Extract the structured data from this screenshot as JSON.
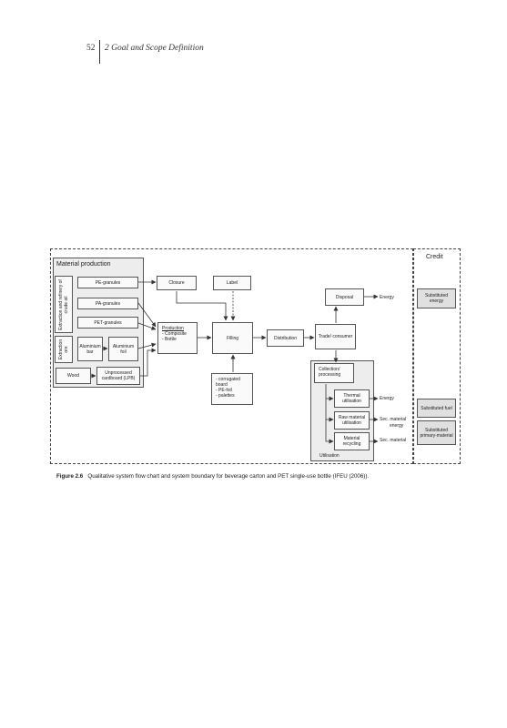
{
  "header": {
    "page_number": "52",
    "chapter_title": "2  Goal and Scope Definition"
  },
  "diagram": {
    "material_production": "Material production",
    "credit": "Credit",
    "extraction_crude_oil": "Extraction and refinery of crude oil",
    "extraction_ore": "Extraction ore",
    "pe_granules": "PE-granules",
    "pa_granules": "PA-granules",
    "pet_granules": "PET-granules",
    "aluminium_bar": "Aluminium bar",
    "aluminium_foil": "Aluminium foil",
    "wood": "Wood",
    "unprocessed_cardboard": "Unprocessed cardboard (LPB)",
    "closure": "Closure",
    "label": "Label",
    "production_title": "Production",
    "production_item1": "- Composite",
    "production_item2": "- Bottle",
    "filling": "Filling",
    "distribution": "Distribution",
    "trade_consumer": "Trade/ consumer",
    "disposal": "Disposal",
    "energy_disposal": "Energy",
    "packaging_items": [
      "- corrugated",
      "  board",
      "- PE-foil",
      "- palettes"
    ],
    "collection": "Collection/ processing",
    "thermal": "Thermal utilisation",
    "energy_thermal": "Energy",
    "raw_material": "Raw material utilisation",
    "sec_material_energy_1": "Sec. material",
    "sec_material_energy_2": "energy",
    "material_recycling": "Material recycling",
    "sec_material": "Sec. material",
    "utilisation": "Utilisation",
    "substituted_energy": "Substituted energy",
    "substituted_fuel": "Substituted fuel",
    "substituted_primary": "Substituted primary-material"
  },
  "caption": {
    "label": "Figure 2.6",
    "text": "Qualitative system flow chart and system boundary for beverage carton and PET single-use bottle (IFEU (2006))."
  }
}
